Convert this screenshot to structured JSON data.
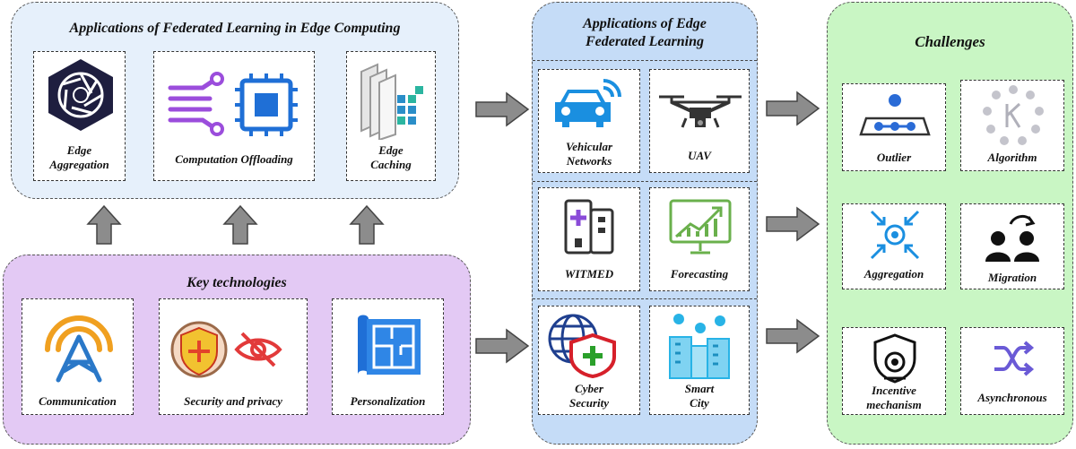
{
  "panels": {
    "edge_computing": {
      "title": "Applications of Federated Learning in Edge Computing",
      "items": [
        {
          "label": "Edge\nAggregation",
          "icon": "hexagon-aperture-icon"
        },
        {
          "label": "Computation Offloading",
          "icon": "circuit-chip-icon"
        },
        {
          "label": "Edge\nCaching",
          "icon": "stacked-layers-icon"
        }
      ]
    },
    "key_technologies": {
      "title": "Key technologies",
      "items": [
        {
          "label": "Communication",
          "icon": "antenna-signal-icon"
        },
        {
          "label": "Security and privacy",
          "icon": "shield-eye-off-icon"
        },
        {
          "label": "Personalization",
          "icon": "blueprint-icon"
        }
      ]
    },
    "edge_fl": {
      "title": "Applications of Edge\nFederated Learning",
      "items": [
        {
          "label": "Vehicular\nNetworks",
          "icon": "connected-car-icon"
        },
        {
          "label": "UAV",
          "icon": "drone-icon"
        },
        {
          "label": "WITMED",
          "icon": "hospital-building-icon"
        },
        {
          "label": "Forecasting",
          "icon": "trend-chart-icon"
        },
        {
          "label": "Cyber\nSecurity",
          "icon": "globe-shield-icon"
        },
        {
          "label": "Smart\nCity",
          "icon": "city-buildings-icon"
        }
      ]
    },
    "challenges": {
      "title": "Challenges",
      "items": [
        {
          "label": "Outlier",
          "icon": "outlier-node-icon"
        },
        {
          "label": "Algorithm",
          "icon": "k-cluster-icon"
        },
        {
          "label": "Aggregation",
          "icon": "converge-target-icon"
        },
        {
          "label": "Migration",
          "icon": "user-transfer-icon"
        },
        {
          "label": "Incentive\nmechanism",
          "icon": "shield-coin-icon"
        },
        {
          "label": "Asynchronous",
          "icon": "shuffle-icon"
        }
      ]
    }
  },
  "colors": {
    "edge_computing_bg": "#e6f0fb",
    "key_technologies_bg": "#e3c9f4",
    "edge_fl_bg": "#c5dcf7",
    "challenges_bg": "#c9f6c4",
    "arrow": "#8c8c8c"
  }
}
